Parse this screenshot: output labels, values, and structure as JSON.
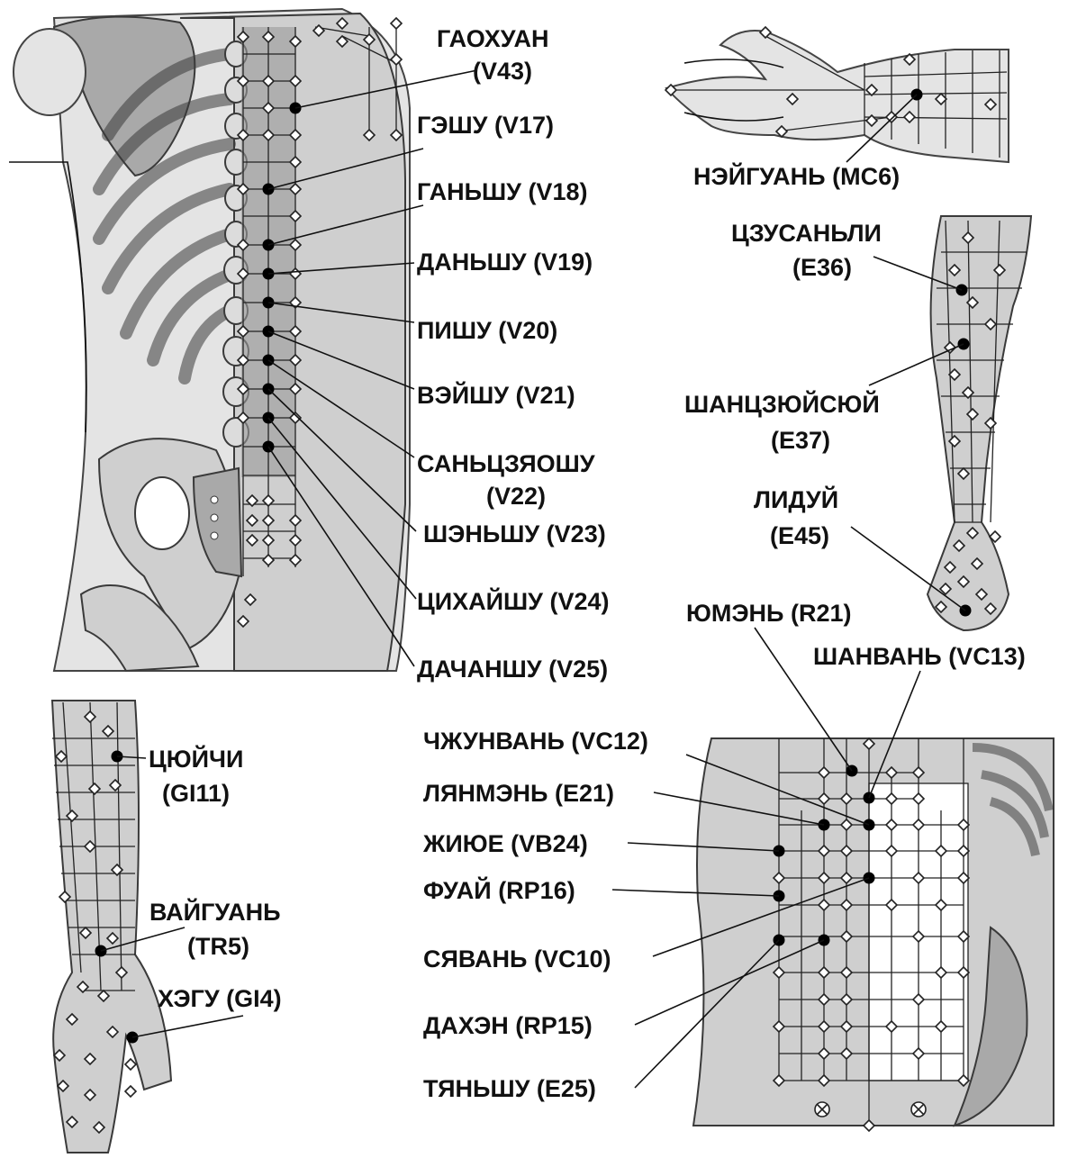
{
  "colors": {
    "skin_light": "#e4e4e4",
    "skin_mid": "#cfcfcf",
    "skin_dark": "#a9a9a9",
    "line": "#222222",
    "active_point": "#000000",
    "open_point": "#ffffff"
  },
  "icons": {
    "open_point": "white-diamond-point-icon",
    "active_point": "black-dot-point-icon",
    "crossed_point": "crossed-circle-point-icon"
  },
  "labels": {
    "v43_name": "ГАОХУАН",
    "v43_code": "(V43)",
    "v17": "ГЭШУ (V17)",
    "v18": "ГАНЬШУ (V18)",
    "v19": "ДАНЬШУ (V19)",
    "v20": "ПИШУ (V20)",
    "v21": "ВЭЙШУ (V21)",
    "v22_name": "САНЬЦЗЯОШУ",
    "v22_code": "(V22)",
    "v23": "ШЭНЬШУ (V23)",
    "v24": "ЦИХАЙШУ (V24)",
    "v25": "ДАЧАНШУ (V25)",
    "mc6": "НЭЙГУАНЬ (MC6)",
    "e36_name": "ЦЗУСАНЬЛИ",
    "e36_code": "(E36)",
    "e37_name": "ШАНЦЗЮЙСЮЙ",
    "e37_code": "(E37)",
    "e45_name": "ЛИДУЙ",
    "e45_code": "(E45)",
    "r21": "ЮМЭНЬ (R21)",
    "vc13": "ШАНВАНЬ (VC13)",
    "vc12": "ЧЖУНВАНЬ (VC12)",
    "e21": "ЛЯНМЭНЬ (E21)",
    "vb24": "ЖИЮЕ (VB24)",
    "rp16": "ФУАЙ (RP16)",
    "vc10": "СЯВАНЬ (VC10)",
    "rp15": "ДАХЭН (RP15)",
    "e25": "ТЯНЬШУ (E25)",
    "gi11_name": "ЦЮЙЧИ",
    "gi11_code": "(GI11)",
    "tr5_name": "ВАЙГУАНЬ",
    "tr5_code": "(TR5)",
    "gi4": "ХЭГУ (GI4)"
  }
}
